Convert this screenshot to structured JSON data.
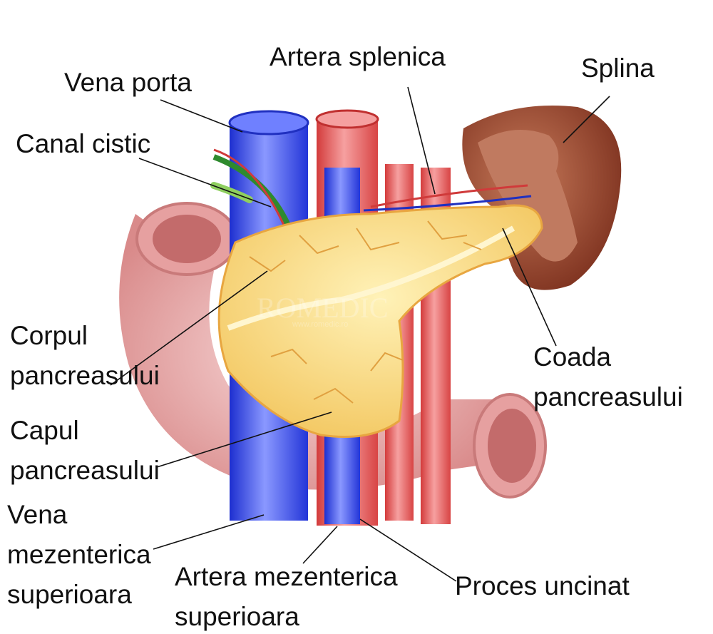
{
  "labels": {
    "vena_porta": "Vena porta",
    "artera_splenica": "Artera splenica",
    "splina": "Splina",
    "canal_cistic": "Canal cistic",
    "corpul_1": "Corpul",
    "corpul_2": "pancreasului",
    "capul_1": "Capul",
    "capul_2": "pancreasului",
    "vena_mez_1": "Vena",
    "vena_mez_2": "mezenterica",
    "vena_mez_3": "superioara",
    "artera_mez_1": "Artera mezenterica",
    "artera_mez_2": "superioara",
    "proces_uncinat": "Proces uncinat",
    "coada_1": "Coada",
    "coada_2": "pancreasului"
  },
  "watermark": {
    "logo": "ROMEDIC",
    "url": "www.romedic.ro"
  },
  "colors": {
    "vein": "#3a4fe0",
    "artery": "#e05a5a",
    "pancreas": "#f6d77a",
    "duodenum": "#e8a6a6",
    "spleen": "#9a4a32"
  }
}
